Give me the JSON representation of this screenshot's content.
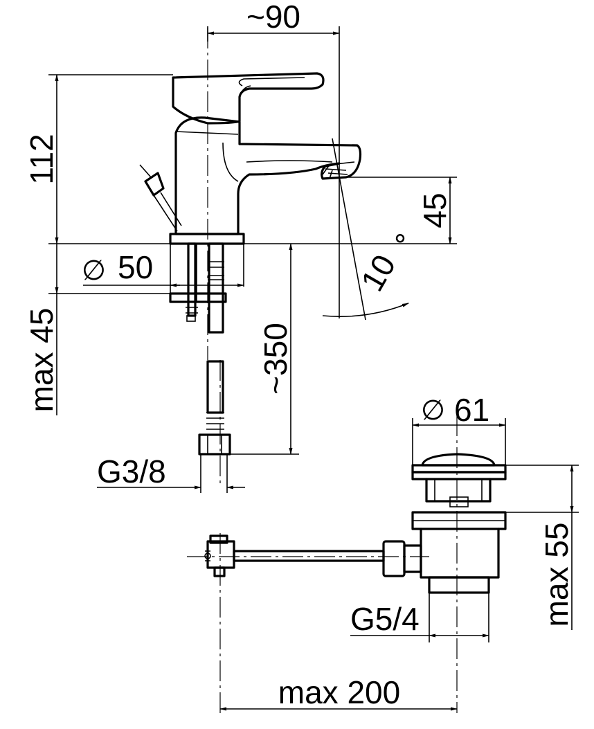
{
  "dimensions": {
    "body_width": "~90",
    "mixer_height": "112",
    "spout_height": "45",
    "spout_angle": "10",
    "degree_symbol": "°",
    "hole_diameter": "50",
    "diameter_symbol": "∅",
    "deck_thickness": "max 45",
    "hose_length": "~350",
    "hose_thread": "G3/8",
    "waste_diameter": "61",
    "waste_height": "max 55",
    "waste_thread": "G5/4",
    "rod_length": "max 200"
  }
}
